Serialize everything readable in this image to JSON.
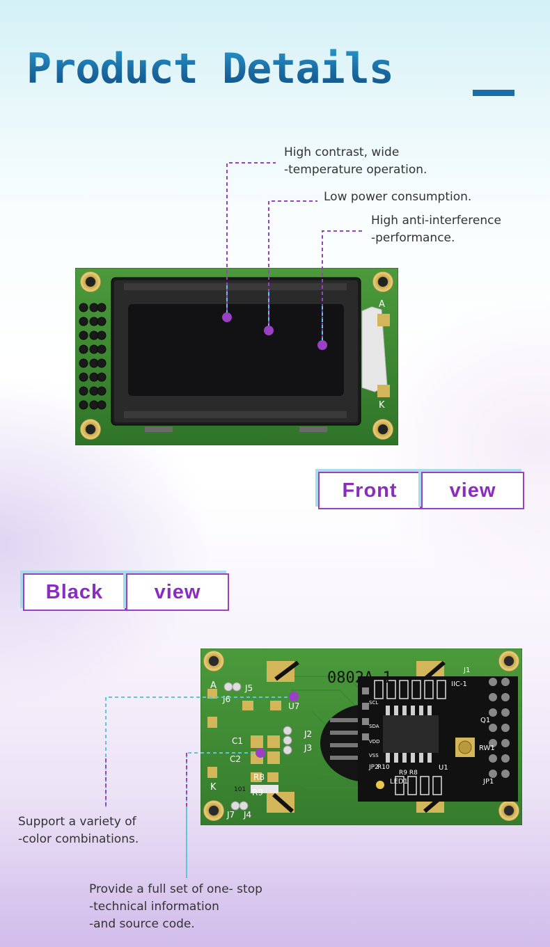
{
  "header": {
    "title": "Product Details"
  },
  "front": {
    "features": [
      {
        "line1": "High contrast, wide",
        "line2": "-temperature operation."
      },
      {
        "line1": "Low power consumption.",
        "line2": ""
      },
      {
        "line1": "High anti-interference",
        "line2": "-performance."
      }
    ],
    "view_label_word1": "Front",
    "view_label_word2": "view",
    "pin_labels": {
      "anode": "A",
      "cathode": "K"
    }
  },
  "back": {
    "view_label_word1": "Black",
    "view_label_word2": "view",
    "features": [
      {
        "line1": "Support a variety of",
        "line2": "-color combinations.",
        "line3": ""
      },
      {
        "line1": "Provide a full set of one- stop",
        "line2": "-technical information",
        "line3": "-and source code."
      }
    ],
    "silkscreen": {
      "model": "0802A-1",
      "a": "A",
      "k": "K",
      "j5": "J5",
      "j6": "J6",
      "u7": "U7",
      "c1": "C1",
      "c2": "C2",
      "j2": "J2",
      "j3": "J3",
      "r8": "R8",
      "r9": "R9",
      "j7": "J7",
      "j4": "J4",
      "r101": "101",
      "module": {
        "iic": "IIC-1",
        "j1": "J1",
        "q1": "Q1",
        "rw1": "RW1",
        "u1": "U1",
        "led1": "LED1",
        "jp1": "JP1",
        "r9r8": "R9 R8",
        "r10": "R10",
        "jp2": "JP2",
        "sda": "SDA",
        "scl": "SCL",
        "vdd": "VDD",
        "vss": "VSS"
      }
    }
  },
  "colors": {
    "title": "#1a6fa2",
    "accent_purple": "#8b2cc1",
    "leader_purple": "#9a40c4",
    "leader_cyan": "#5fc6d6",
    "pcb_green": "#3f8a34",
    "lcd_black": "#121214"
  }
}
